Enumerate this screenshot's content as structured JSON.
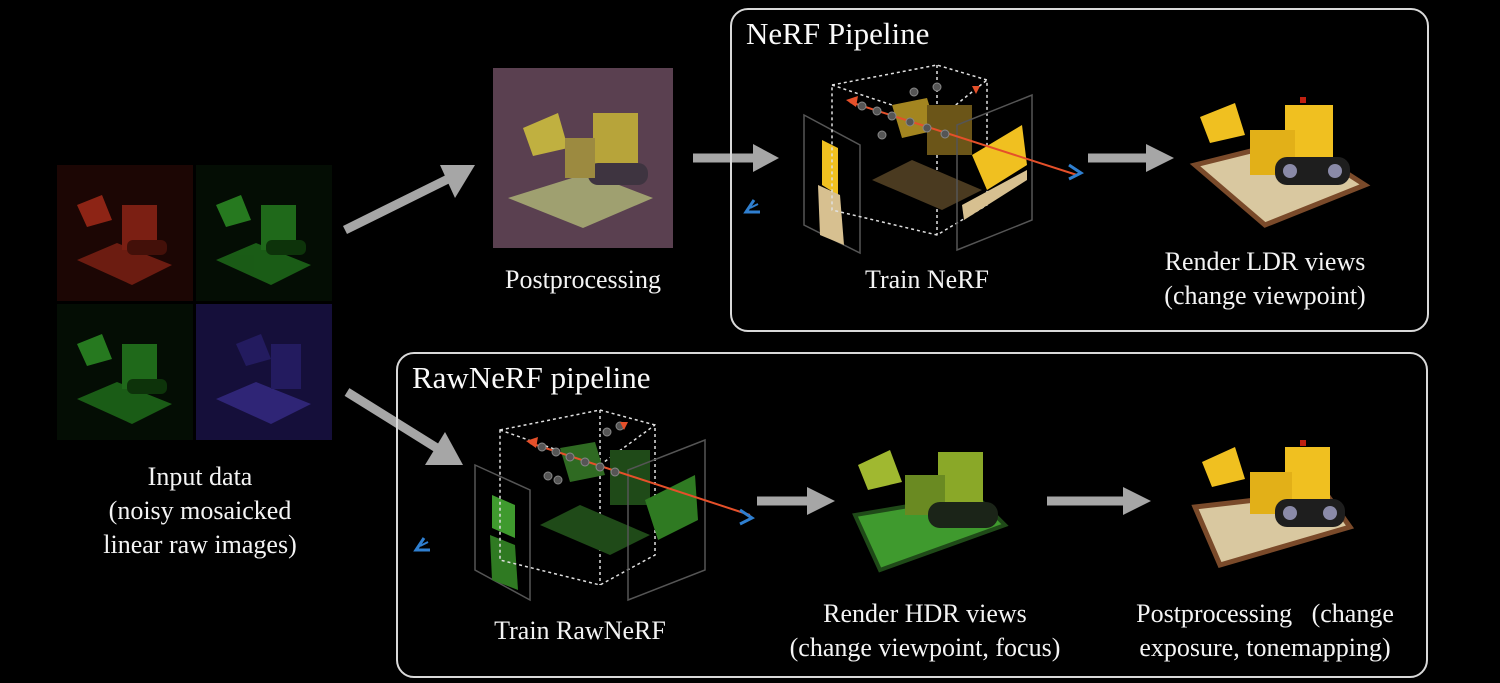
{
  "figure": {
    "input": {
      "caption_lines": [
        "Input data",
        "(noisy mosaicked",
        "linear raw images)"
      ],
      "channels": [
        {
          "name": "red",
          "color": "#c0331f"
        },
        {
          "name": "green",
          "color": "#2faa2a"
        },
        {
          "name": "green",
          "color": "#2faa2a"
        },
        {
          "name": "blue",
          "color": "#3a2fb0"
        }
      ]
    },
    "postprocessing": {
      "caption": "Postprocessing",
      "tint": "#5a4050"
    },
    "nerf_pipeline": {
      "title": "NeRF Pipeline",
      "train_caption": "Train NeRF",
      "render_caption_lines": [
        "Render LDR views",
        "(change viewpoint)"
      ],
      "scene_color": "#e0b21e"
    },
    "rawnerf_pipeline": {
      "title": "RawNeRF pipeline",
      "train_caption": "Train RawNeRF",
      "render_caption_lines": [
        "Render HDR views",
        "(change viewpoint, focus)"
      ],
      "post_caption_lines": [
        "Postprocessing   (change",
        "exposure, tonemapping)"
      ],
      "scene_color": "#3f9a2e"
    },
    "colors": {
      "arrow": "#a6a6a6",
      "panel_border": "#d9d9d9",
      "ray": "#e5502a",
      "camera": "#2f7fd0",
      "lego_yellow": "#f0c020",
      "baseplate": "#d9c8a0",
      "baseplate_edge": "#7a4a2a"
    }
  }
}
